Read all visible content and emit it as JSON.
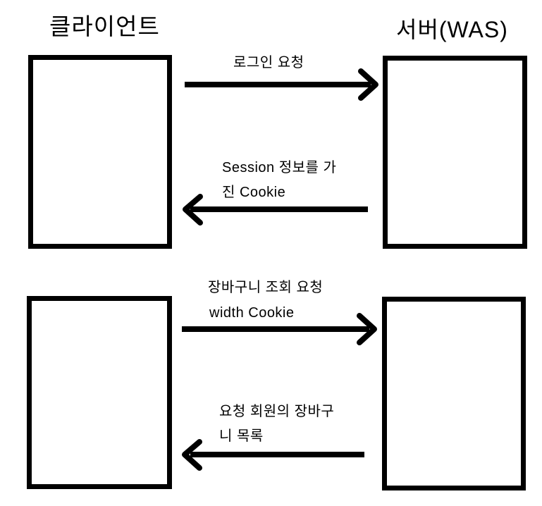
{
  "diagram": {
    "type": "client-server-sequence",
    "left_column_title": "클라이언트",
    "right_column_title": "서버(WAS)",
    "boxes": [
      {
        "name": "client-box-top",
        "column": "client"
      },
      {
        "name": "server-box-top",
        "column": "server"
      },
      {
        "name": "client-box-bottom",
        "column": "client"
      },
      {
        "name": "server-box-bottom",
        "column": "server"
      }
    ],
    "messages": [
      {
        "direction": "right",
        "from": "client",
        "to": "server",
        "label_lines": [
          "로그인 요청"
        ]
      },
      {
        "direction": "left",
        "from": "server",
        "to": "client",
        "label_lines": [
          "Session 정보를 가",
          "진 Cookie"
        ]
      },
      {
        "direction": "right",
        "from": "client",
        "to": "server",
        "label_lines": [
          "장바구니 조회 요청",
          "width Cookie"
        ]
      },
      {
        "direction": "left",
        "from": "server",
        "to": "client",
        "label_lines": [
          "요청 회원의 장바구",
          "니 목록"
        ]
      }
    ],
    "colors": {
      "stroke": "#000000",
      "background": "#ffffff"
    }
  }
}
